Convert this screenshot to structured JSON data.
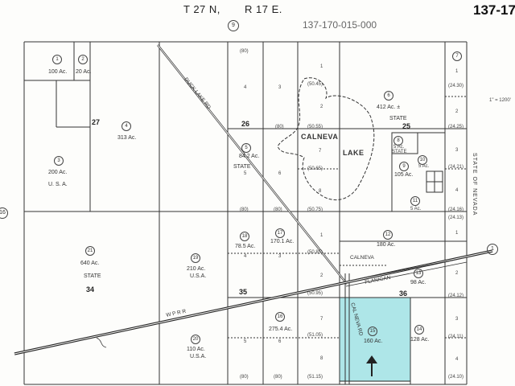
{
  "header": {
    "township": "T 27 N,",
    "range": "R 17 E.",
    "book_circle": "9",
    "parcel_number": "137-170-015-000",
    "book_page": "137-17",
    "left_page_circle": "16"
  },
  "sections": {
    "s27": "27",
    "s26": "26",
    "s25": "25",
    "s34": "34",
    "s35": "35",
    "s36": "36"
  },
  "lake_labels": {
    "a": "CALNEVA",
    "b": "LAKE"
  },
  "roads": {
    "duck_lake": "DUCK  LAKE  RD",
    "railroad": "W P R R",
    "cal_neva_rd": "CAL NEVA RD",
    "flanigan": "FLANIGAN",
    "calneva_place": "CALNEVA"
  },
  "state_line": {
    "label": "STATE  OF  NEVADA",
    "marker": "1"
  },
  "scale": {
    "label": "1\" = 1200'"
  },
  "widths": {
    "w80_top": "(80)",
    "w5045": "(50.45)",
    "w80_26": "(80)",
    "w5055": "(50.55)",
    "w5065": "(50.65)",
    "w80_a": "(80)",
    "w80_b": "(80)",
    "w5075": "(50.75)",
    "w5085": "(50.85)",
    "w5095": "(50.95)",
    "w5105": "(51.05)",
    "w80_c": "(80)",
    "w80_d": "(80)",
    "w5115": "(51.15)",
    "w2430": "(24.30)",
    "w2425": "(24.25)",
    "w2421": "(24.21)",
    "w2416": "(24.16)",
    "w2413": "(24.13)",
    "w2412": "(24.12)",
    "w2411": "(24.11)",
    "w2410": "(24.10)"
  },
  "parcels": {
    "p1": {
      "num": "1",
      "acres": "100 Ac."
    },
    "p2": {
      "num": "2",
      "acres": "20 Ac."
    },
    "p3": {
      "num": "3",
      "acres": "200 Ac.",
      "owner": "U. S. A."
    },
    "p4": {
      "num": "4",
      "acres": "313 Ac."
    },
    "p5": {
      "num": "5",
      "acres": "84.2 Ac.",
      "owner": "STATE"
    },
    "p6": {
      "num": "6",
      "acres": "412 Ac. ±",
      "owner": "STATE"
    },
    "p7": {
      "num": "7"
    },
    "p8": {
      "num": "8",
      "acres": "5 Ac.",
      "owner": "STATE"
    },
    "p9": {
      "num": "9",
      "acres": "105 Ac."
    },
    "p10": {
      "num": "10",
      "acres": "5 Ac."
    },
    "p11": {
      "num": "11",
      "acres": "5 Ac."
    },
    "p12": {
      "num": "12",
      "acres": "180 Ac."
    },
    "p13": {
      "num": "13",
      "acres": "98 Ac."
    },
    "p14": {
      "num": "14",
      "acres": "128 Ac."
    },
    "p15": {
      "num": "15",
      "acres": "160 Ac."
    },
    "p16": {
      "num": "16",
      "acres": "275.4 Ac."
    },
    "p17": {
      "num": "17",
      "acres": "170.1 Ac."
    },
    "p18": {
      "num": "18",
      "acres": "78.5 Ac."
    },
    "p19": {
      "num": "19",
      "acres": "210 Ac.",
      "owner": "U.S.A."
    },
    "p20": {
      "num": "20",
      "acres": "110 Ac.",
      "owner": "U.S.A."
    },
    "p21": {
      "num": "21",
      "acres": "640 Ac.",
      "owner": "STATE"
    }
  },
  "lots": {
    "s26a": "1",
    "s26b": "2",
    "s26c": "3",
    "s26d": "4",
    "s26e": "5",
    "s26f": "6",
    "s26g": "7",
    "s26h": "8",
    "s25a": "1",
    "s25b": "2",
    "s25c": "3",
    "s25d": "4",
    "s35a": "1",
    "s35b": "2",
    "s35c": "3",
    "s35d": "4",
    "s35e": "5",
    "s35f": "6",
    "s35g": "7",
    "s35h": "8",
    "s36a": "1",
    "s36b": "2",
    "s36c": "3",
    "s36d": "4"
  },
  "highlight_color": "#aee6e8",
  "arrow": "up-arrow"
}
